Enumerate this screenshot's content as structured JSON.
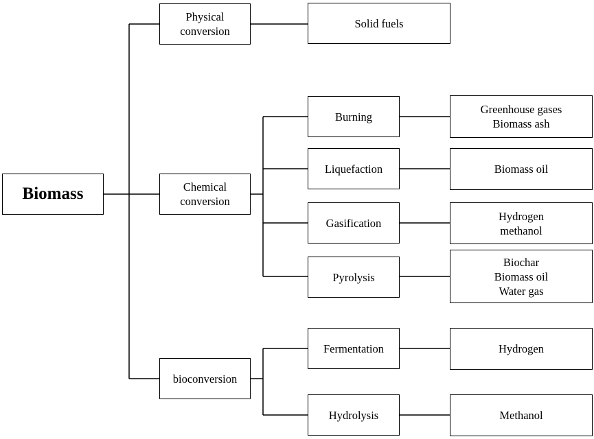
{
  "diagram": {
    "root": {
      "label": "Biomass"
    },
    "methods": {
      "physical": {
        "lines": [
          "Physical",
          "conversion"
        ]
      },
      "chemical": {
        "lines": [
          "Chemical",
          "conversion"
        ]
      },
      "bio": {
        "lines": [
          "bioconversion"
        ]
      }
    },
    "processes": {
      "burning": "Burning",
      "liquefaction": "Liquefaction",
      "gasification": "Gasification",
      "pyrolysis": "Pyrolysis",
      "fermentation": "Fermentation",
      "hydrolysis": "Hydrolysis"
    },
    "products": {
      "solid_fuels": [
        "Solid fuels"
      ],
      "burning": [
        "Greenhouse gases",
        "Biomass ash"
      ],
      "liquefaction": [
        "Biomass oil"
      ],
      "gasification": [
        "Hydrogen",
        "methanol"
      ],
      "pyrolysis": [
        "Biochar",
        "Biomass oil",
        "Water gas"
      ],
      "fermentation": [
        "Hydrogen"
      ],
      "hydrolysis": [
        "Methanol"
      ]
    },
    "colors": {
      "line": "#000000",
      "box_border": "#000000",
      "background": "#ffffff"
    }
  }
}
